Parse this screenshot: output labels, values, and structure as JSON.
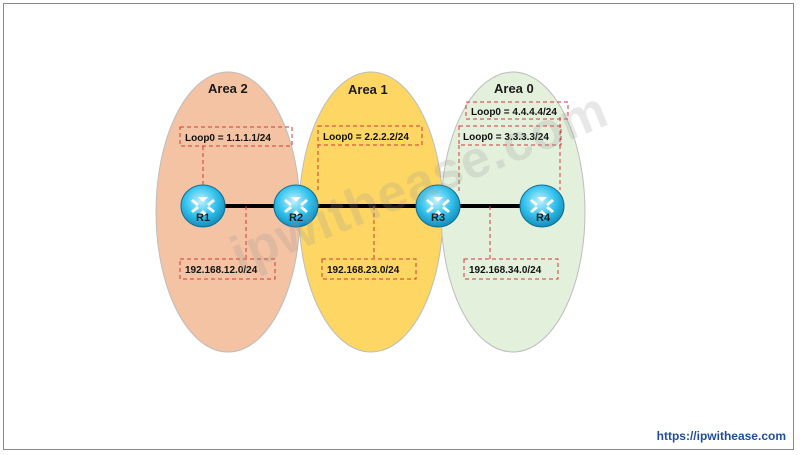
{
  "areas": {
    "area2": "Area 2",
    "area1": "Area 1",
    "area0": "Area 0"
  },
  "routers": {
    "r1": "R1",
    "r2": "R2",
    "r3": "R3",
    "r4": "R4"
  },
  "loopbacks": {
    "r1": "Loop0 = 1.1.1.1/24",
    "r2": "Loop0 = 2.2.2.2/24",
    "r3": "Loop0 = 3.3.3.3/24",
    "r4": "Loop0 = 4.4.4.4/24"
  },
  "subnets": {
    "r1_r2": "192.168.12.0/24",
    "r2_r3": "192.168.23.0/24",
    "r3_r4": "192.168.34.0/24"
  },
  "colors": {
    "area2_fill": "#f3c3a3",
    "area1_fill": "#fdd663",
    "area0_fill": "#e2efd9",
    "router_fill": "#3ec8ee",
    "dashed_red": "#d13b3b",
    "link": "#000000"
  },
  "watermark": "ipwithease.com",
  "footer": {
    "url": "https://ipwithease.com"
  }
}
